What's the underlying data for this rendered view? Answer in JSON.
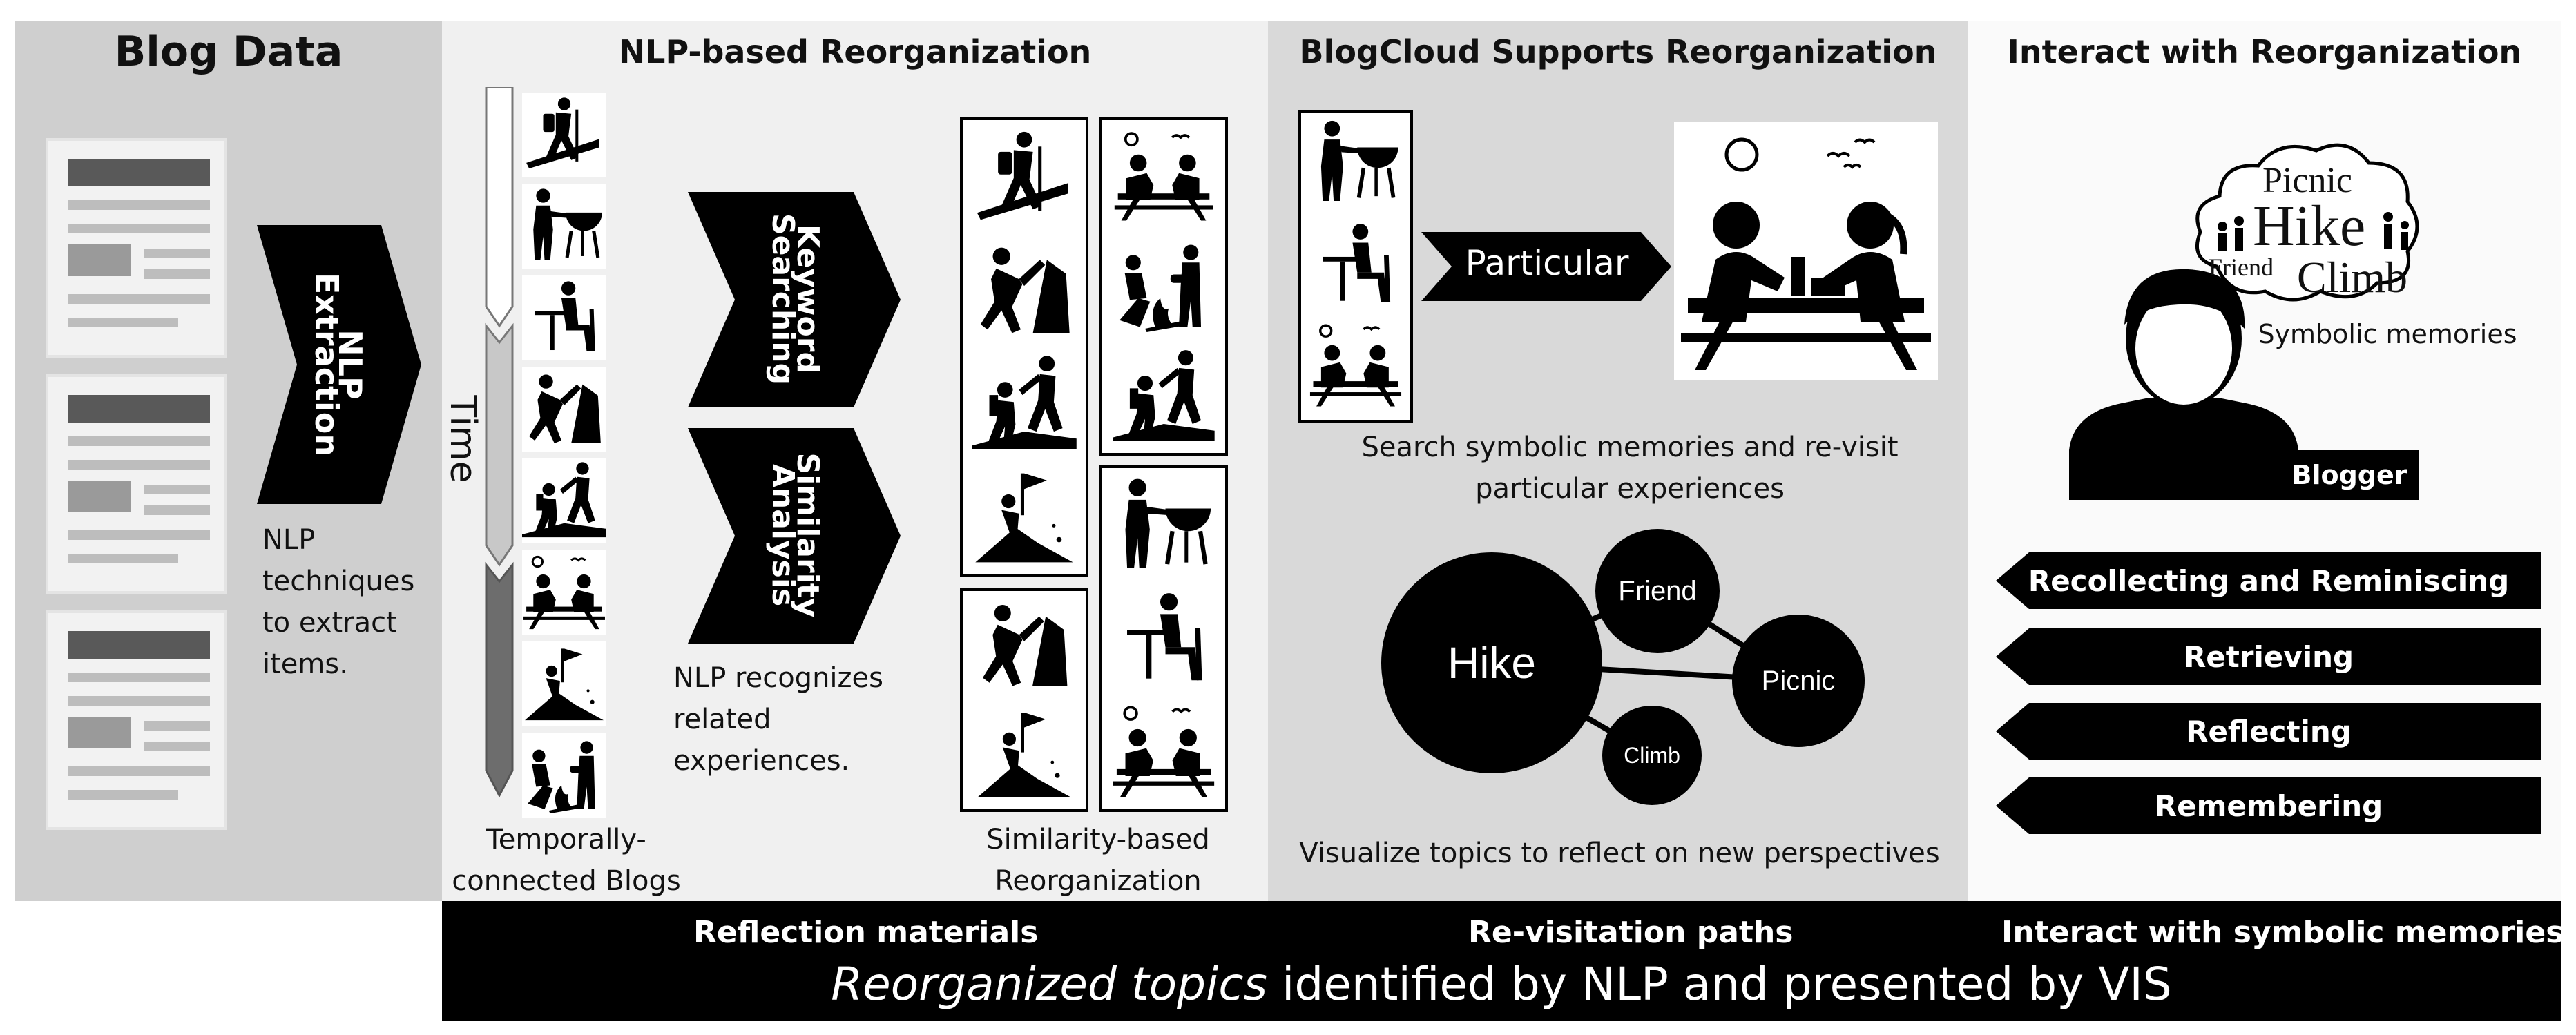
{
  "panels": {
    "blog_data": {
      "title": "Blog Data",
      "chevron_label": "NLP Extraction",
      "caption": [
        "NLP",
        "techniques",
        "to extract",
        "items."
      ]
    },
    "nlp": {
      "title": "NLP-based Reorganization",
      "time_label": "Time",
      "chevron_keyword": "Keyword Searching",
      "chevron_similarity": "Similarity Analysis",
      "caption_mid": [
        "NLP recognizes",
        "related",
        "experiences."
      ],
      "caption_left": [
        "Temporally-",
        "connected Blogs"
      ],
      "caption_right": [
        "Similarity-based",
        "Reorganization"
      ]
    },
    "blogcloud": {
      "title": "BlogCloud Supports Reorganization",
      "chevron_particular": "Particular",
      "caption_top": [
        "Search symbolic memories and re-visit",
        "particular experiences"
      ],
      "caption_bottom": "Visualize topics to reflect on new perspectives",
      "graph": {
        "nodes": [
          {
            "id": "hike",
            "label": "Hike"
          },
          {
            "id": "friend",
            "label": "Friend"
          },
          {
            "id": "picnic",
            "label": "Picnic"
          },
          {
            "id": "climb",
            "label": "Climb"
          }
        ],
        "edges": [
          [
            "hike",
            "friend"
          ],
          [
            "friend",
            "picnic"
          ],
          [
            "hike",
            "picnic"
          ],
          [
            "hike",
            "climb"
          ]
        ]
      }
    },
    "interact": {
      "title": "Interact with Reorganization",
      "cloud_words": {
        "picnic": "Picnic",
        "hike": "Hike",
        "friend": "Friend",
        "climb": "Climb"
      },
      "symbolic_caption": "Symbolic memories",
      "blogger_label": "Blogger",
      "actions": [
        "Recollecting  and Reminiscing",
        "Retrieving",
        "Reflecting",
        "Remembering"
      ]
    }
  },
  "bottom": {
    "sub_left": "Reflection materials",
    "sub_mid": "Re-visitation paths",
    "sub_right": "Interact with symbolic memories",
    "main_italic": "Reorganized topics",
    "main_rest": " identified by NLP and presented by VIS"
  },
  "icons": {
    "timeline": [
      "hiker-icon",
      "grill-icon",
      "diner-icon",
      "climber-icon",
      "helping-climber-icon",
      "picnic-icon",
      "summit-flag-icon",
      "campfire-icon"
    ],
    "group_a": [
      "hiker-icon",
      "climber-icon",
      "helping-climber-icon",
      "summit-flag-icon"
    ],
    "group_b": [
      "picnic-icon",
      "campfire-icon",
      "helping-climber-icon"
    ],
    "group_c": [
      "climber-icon",
      "summit-flag-icon"
    ],
    "group_d": [
      "grill-icon",
      "diner-icon",
      "picnic-icon"
    ],
    "particular_stack": [
      "grill-icon",
      "diner-icon",
      "picnic-icon"
    ]
  },
  "colors": {
    "black": "#000000",
    "panel_dark": "#cfcfcf",
    "panel_light": "#f0f0f0",
    "panel_mid": "#d9d9d9"
  }
}
